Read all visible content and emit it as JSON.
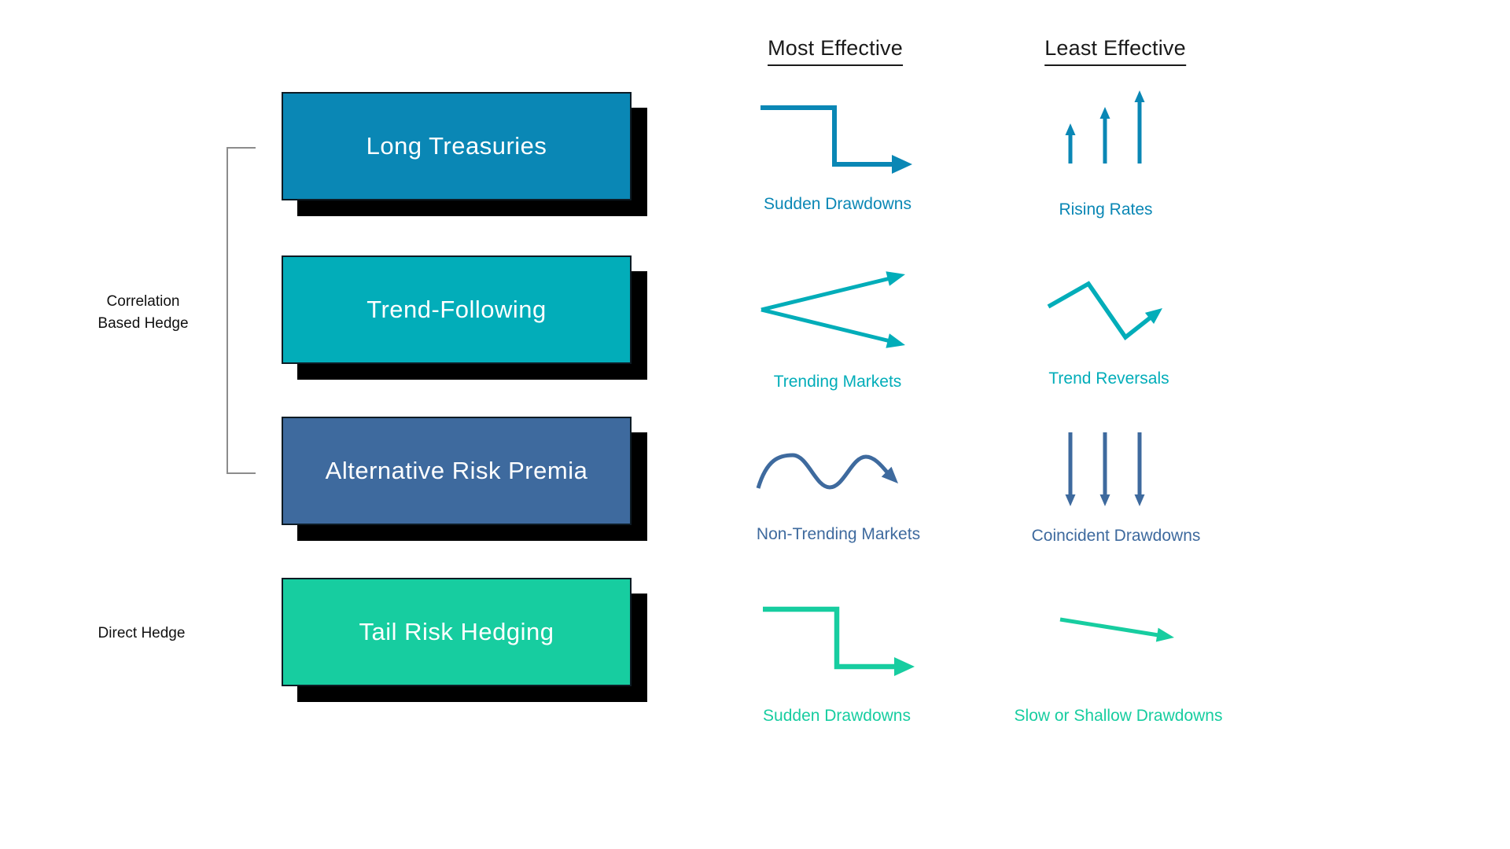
{
  "colors": {
    "row1": "#0a87b5",
    "row2": "#02adb9",
    "row3": "#3e6a9e",
    "row4": "#17cda0",
    "box_border": "#0d1b24",
    "shadow": "#000000",
    "box_text": "#ffffff",
    "bracket": "#8c8c8c",
    "heading": "#1a1a1a",
    "side_label": "#111111"
  },
  "headers": {
    "most": "Most Effective",
    "least": "Least Effective"
  },
  "side_labels": {
    "correlation_line1": "Correlation",
    "correlation_line2": "Based Hedge",
    "direct": "Direct Hedge"
  },
  "rows": [
    {
      "box_label": "Long Treasuries",
      "color": "#0a87b5",
      "most": {
        "label": "Sudden Drawdowns",
        "icon": "step-down-arrow-icon"
      },
      "least": {
        "label": "Rising Rates",
        "icon": "three-rising-arrows-icon"
      }
    },
    {
      "box_label": "Trend-Following",
      "color": "#02adb9",
      "most": {
        "label": "Trending Markets",
        "icon": "diverging-arrows-icon"
      },
      "least": {
        "label": "Trend Reversals",
        "icon": "zigzag-reversal-arrow-icon"
      }
    },
    {
      "box_label": "Alternative Risk Premia",
      "color": "#3e6a9e",
      "most": {
        "label": "Non-Trending Markets",
        "icon": "sine-wave-arrow-icon"
      },
      "least": {
        "label": "Coincident Drawdowns",
        "icon": "three-falling-arrows-icon"
      }
    },
    {
      "box_label": "Tail Risk Hedging",
      "color": "#17cda0",
      "most": {
        "label": "Sudden Drawdowns",
        "icon": "step-down-arrow-icon"
      },
      "least": {
        "label": "Slow or Shallow Drawdowns",
        "icon": "shallow-decline-arrow-icon"
      }
    }
  ]
}
